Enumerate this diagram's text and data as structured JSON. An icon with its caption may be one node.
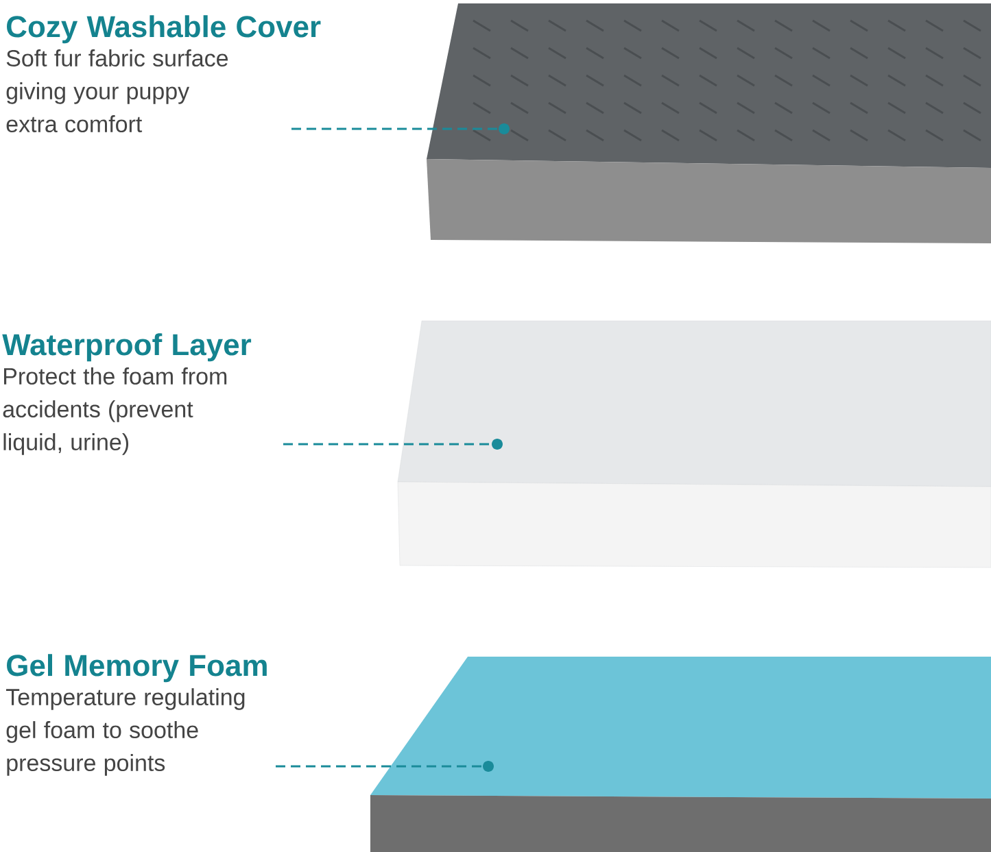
{
  "diagram": {
    "nodes": [
      {
        "text": [
          "Cozy Washable Cover",
          "Soft fur fabric surface giving your puppy extra comfort"
        ]
      },
      {
        "text": [
          "Waterproof Layer",
          "Protect the foam from accidents (prevent liquid, urine)"
        ]
      },
      {
        "text": [
          "Gel Memory Foam",
          "Temperature regulating gel foam to soothe pressure points"
        ]
      },
      {
        "text": [],
        "shape": "picture"
      },
      {
        "text": [],
        "shape": "picture"
      },
      {
        "text": [],
        "shape": "picture"
      }
    ],
    "edges": [
      {
        "from": 0,
        "to": 3,
        "arrow": "other"
      },
      {
        "from": 1,
        "to": 4,
        "arrow": "other"
      },
      {
        "from": 2,
        "to": 5,
        "arrow": "other"
      }
    ]
  }
}
